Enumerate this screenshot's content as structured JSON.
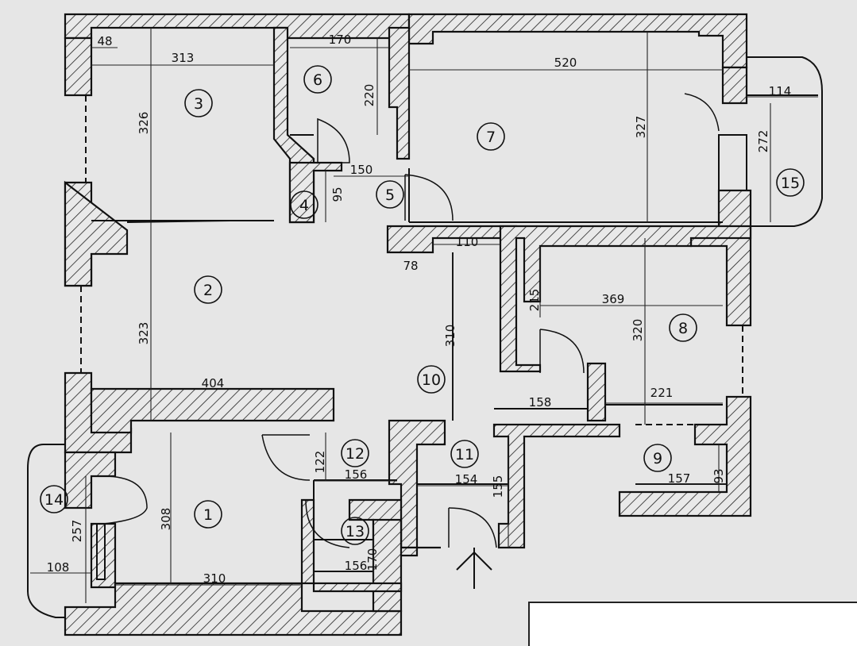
{
  "rooms": [
    "1",
    "2",
    "3",
    "4",
    "5",
    "6",
    "7",
    "8",
    "9",
    "10",
    "11",
    "12",
    "13",
    "14",
    "15"
  ],
  "dimensions": [
    "48",
    "313",
    "326",
    "170",
    "220",
    "520",
    "327",
    "150",
    "95",
    "114",
    "272",
    "110",
    "78",
    "323",
    "215",
    "369",
    "310",
    "320",
    "404",
    "221",
    "158",
    "122",
    "156",
    "154",
    "155",
    "157",
    "93",
    "308",
    "310",
    "257",
    "108",
    "156",
    "170"
  ]
}
